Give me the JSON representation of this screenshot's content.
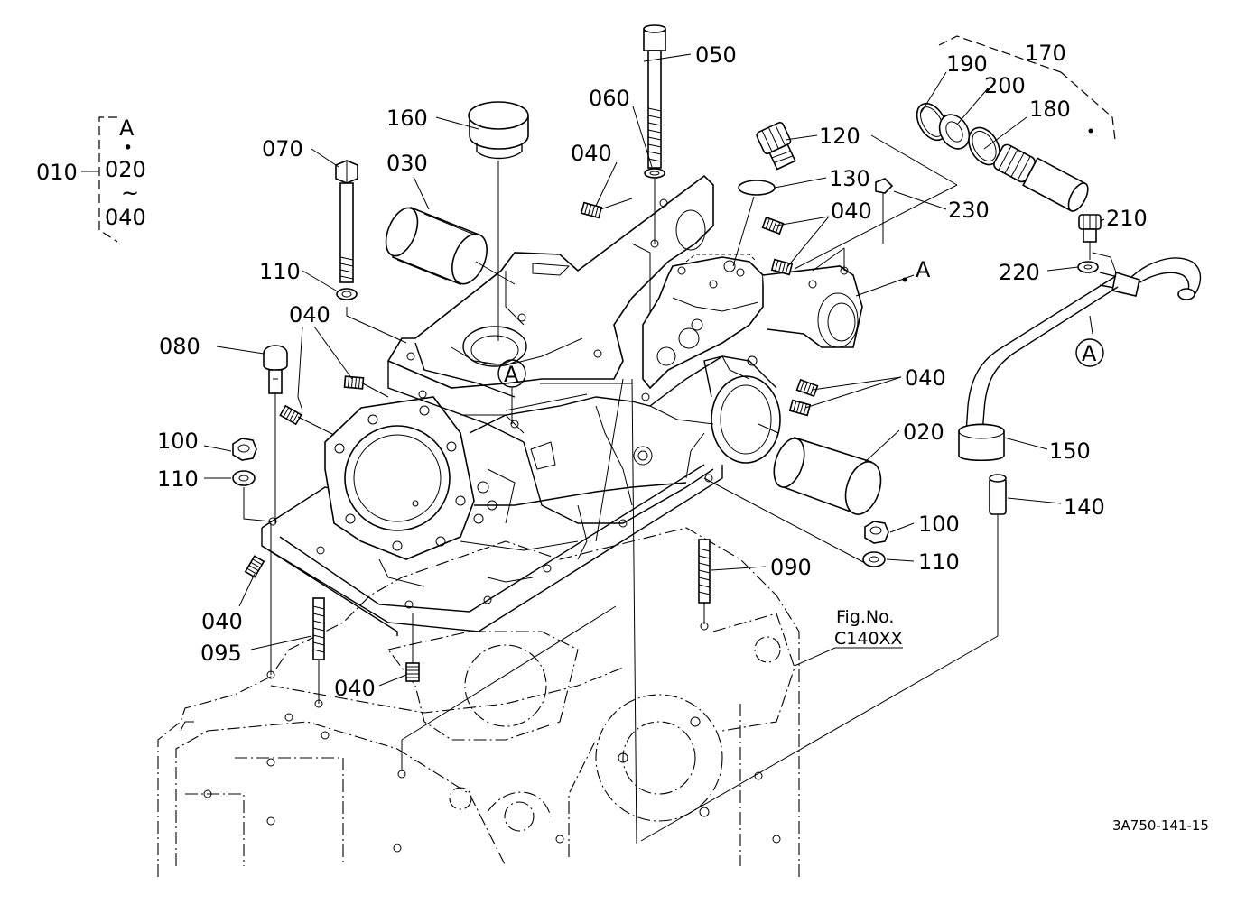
{
  "group": {
    "main": "010",
    "top": "A",
    "dot": "•",
    "mid": "020",
    "tilde": "~",
    "bottom": "040"
  },
  "labels": {
    "p050": "050",
    "p060": "060",
    "p040a": "040",
    "p160": "160",
    "p070": "070",
    "p030": "030",
    "p120": "120",
    "p130": "130",
    "p040b": "040",
    "p230": "230",
    "p190": "190",
    "p200": "200",
    "p170": "170",
    "p180": "180",
    "p210": "210",
    "p220": "220",
    "refA1": "A",
    "refA2": "A",
    "refA3": "A",
    "p110a": "110",
    "p040c": "040",
    "p080": "080",
    "p100a": "100",
    "p110b": "110",
    "p040d": "040",
    "p020": "020",
    "p150": "150",
    "p140": "140",
    "p100b": "100",
    "p110c": "110",
    "p090": "090",
    "p040e": "040",
    "p095": "095",
    "p040f": "040"
  },
  "figref": {
    "line1": "Fig.No.",
    "line2": "C140XX"
  },
  "drawing_code": "3A750-141-15"
}
